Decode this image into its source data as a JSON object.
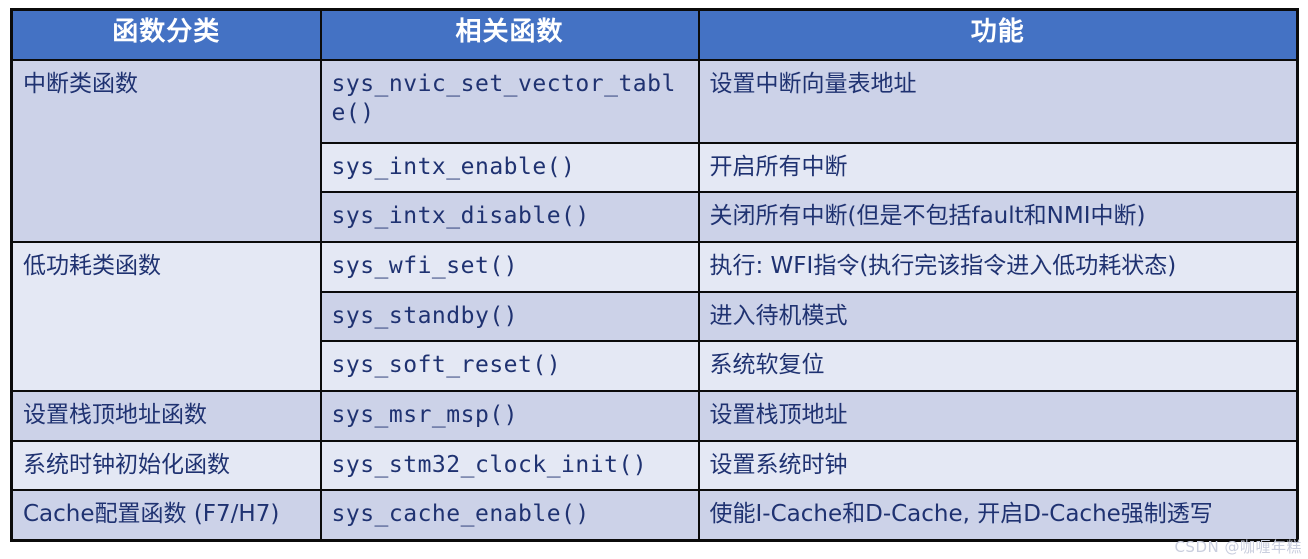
{
  "table": {
    "headers": [
      {
        "label": "函数分类"
      },
      {
        "label": "相关函数"
      },
      {
        "label": "功能"
      }
    ],
    "groups": [
      {
        "category": "中断类函数",
        "shade": "dark",
        "rows": [
          {
            "function": "sys_nvic_set_vector_table()",
            "description": "设置中断向量表地址",
            "shade": "dark"
          },
          {
            "function": "sys_intx_enable()",
            "description": "开启所有中断",
            "shade": "light"
          },
          {
            "function": "sys_intx_disable()",
            "description": "关闭所有中断(但是不包括fault和NMI中断)",
            "shade": "dark"
          }
        ]
      },
      {
        "category": "低功耗类函数",
        "shade": "light",
        "rows": [
          {
            "function": "sys_wfi_set()",
            "description": "执行: WFI指令(执行完该指令进入低功耗状态)",
            "shade": "light"
          },
          {
            "function": "sys_standby()",
            "description": "进入待机模式",
            "shade": "dark"
          },
          {
            "function": "sys_soft_reset()",
            "description": "系统软复位",
            "shade": "light"
          }
        ]
      },
      {
        "category": "设置栈顶地址函数",
        "shade": "dark",
        "rows": [
          {
            "function": "sys_msr_msp()",
            "description": "设置栈顶地址",
            "shade": "dark"
          }
        ]
      },
      {
        "category": "系统时钟初始化函数",
        "shade": "light",
        "rows": [
          {
            "function": "sys_stm32_clock_init()",
            "description": "设置系统时钟",
            "shade": "light"
          }
        ]
      },
      {
        "category": "Cache配置函数 (F7/H7)",
        "shade": "dark",
        "rows": [
          {
            "function": "sys_cache_enable()",
            "description": "使能I-Cache和D-Cache, 开启D-Cache强制透写",
            "shade": "dark"
          }
        ]
      }
    ]
  },
  "watermark": {
    "text": "CSDN @咖喱年糕"
  },
  "colors": {
    "header_background": "#4472C4",
    "header_text": "#FFFFFF",
    "body_text": "#1F3271",
    "row_shade_light": "#E4E8F4",
    "row_shade_dark": "#CCD2E8",
    "border": "#0B0B0B"
  }
}
